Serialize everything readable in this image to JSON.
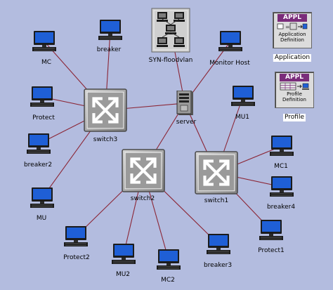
{
  "diagram": {
    "nodes": [
      {
        "id": "breaker",
        "label": "breaker",
        "kind": "pc"
      },
      {
        "id": "mc",
        "label": "MC",
        "kind": "pc"
      },
      {
        "id": "protect",
        "label": "Protect",
        "kind": "pc"
      },
      {
        "id": "breaker2",
        "label": "breaker2",
        "kind": "pc"
      },
      {
        "id": "mu",
        "label": "MU",
        "kind": "pc"
      },
      {
        "id": "protect2",
        "label": "Protect2",
        "kind": "pc"
      },
      {
        "id": "mu2",
        "label": "MU2",
        "kind": "pc"
      },
      {
        "id": "mc2",
        "label": "MC2",
        "kind": "pc"
      },
      {
        "id": "breaker3",
        "label": "breaker3",
        "kind": "pc"
      },
      {
        "id": "protect1",
        "label": "Protect1",
        "kind": "pc"
      },
      {
        "id": "breaker4",
        "label": "breaker4",
        "kind": "pc"
      },
      {
        "id": "mc1",
        "label": "MC1",
        "kind": "pc"
      },
      {
        "id": "mu1",
        "label": "MU1",
        "kind": "pc"
      },
      {
        "id": "monitor_host",
        "label": "Monitor Host",
        "kind": "pc"
      },
      {
        "id": "syn",
        "label": "SYN-floodvlan",
        "kind": "cluster"
      },
      {
        "id": "server",
        "label": "server",
        "kind": "server"
      },
      {
        "id": "switch3",
        "label": "switch3",
        "kind": "switch"
      },
      {
        "id": "switch2",
        "label": "switch2",
        "kind": "switch"
      },
      {
        "id": "switch1",
        "label": "switch1",
        "kind": "switch"
      },
      {
        "id": "application",
        "label": "Application",
        "kind": "config",
        "head": "APPL",
        "sub": "Application Definition"
      },
      {
        "id": "profile",
        "label": "Profile",
        "kind": "config",
        "head": "APPL",
        "sub": "Profile Definition"
      }
    ],
    "links": [
      [
        "switch3",
        "breaker"
      ],
      [
        "switch3",
        "mc"
      ],
      [
        "switch3",
        "protect"
      ],
      [
        "switch3",
        "breaker2"
      ],
      [
        "switch3",
        "mu"
      ],
      [
        "switch3",
        "server"
      ],
      [
        "switch2",
        "server"
      ],
      [
        "switch2",
        "protect2"
      ],
      [
        "switch2",
        "mu2"
      ],
      [
        "switch2",
        "mc2"
      ],
      [
        "switch2",
        "breaker3"
      ],
      [
        "switch1",
        "server"
      ],
      [
        "switch1",
        "mu1"
      ],
      [
        "switch1",
        "mc1"
      ],
      [
        "switch1",
        "breaker4"
      ],
      [
        "switch1",
        "protect1"
      ],
      [
        "server",
        "monitor_host"
      ],
      [
        "server",
        "syn"
      ]
    ],
    "colors": {
      "background": "#b3bcdf",
      "link": "#8b2636",
      "screen": "#1f5fd6",
      "appl_header": "#7a2c7a"
    }
  }
}
